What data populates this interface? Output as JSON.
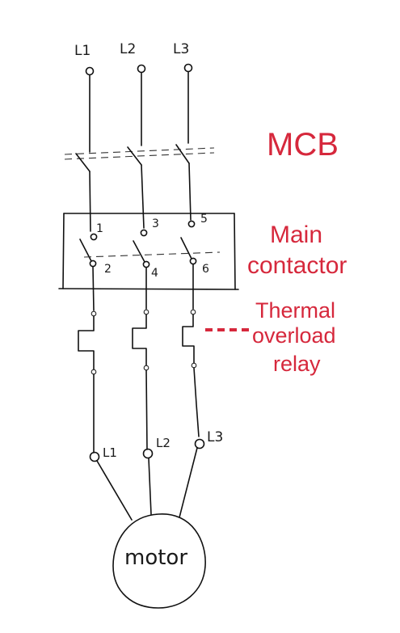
{
  "supply": {
    "lines": [
      "L1",
      "L2",
      "L3"
    ]
  },
  "labels": {
    "mcb": "MCB",
    "main_contactor_line1": "Main",
    "main_contactor_line2": "contactor",
    "thermal_line1": "Thermal",
    "thermal_line2": "overload",
    "thermal_line3": "relay"
  },
  "contactor": {
    "top_terminals": [
      "1",
      "3",
      "5"
    ],
    "bottom_terminals": [
      "2",
      "4",
      "6"
    ]
  },
  "motor_terminals": [
    "L1",
    "L2",
    "L3"
  ],
  "motor": {
    "label": "motor"
  },
  "colors": {
    "annotation": "#d6283c",
    "ink": "#111111",
    "background": "#ffffff"
  }
}
